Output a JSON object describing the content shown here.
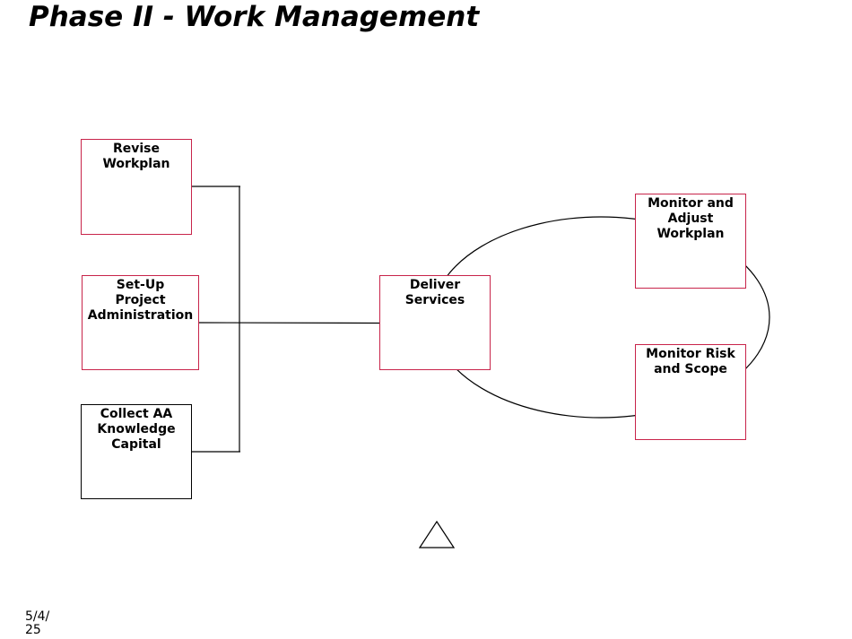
{
  "title": "Phase II - Work Management",
  "colors": {
    "accent_border": "#c8244a",
    "plain_border": "#000000",
    "line": "#000000"
  },
  "boxes": {
    "revise_workplan": "Revise\nWorkplan",
    "setup_project_admin": "Set-Up\nProject\nAdministration",
    "collect_knowledge": "Collect AA\nKnowledge\nCapital",
    "deliver_services": "Deliver\nServices",
    "monitor_adjust": "Monitor  and\nAdjust\nWorkplan",
    "monitor_risk": "Monitor  Risk\nand Scope"
  },
  "footer": {
    "date": "5/4/\n25"
  },
  "icons": {
    "triangle": "triangle-outline-icon"
  }
}
